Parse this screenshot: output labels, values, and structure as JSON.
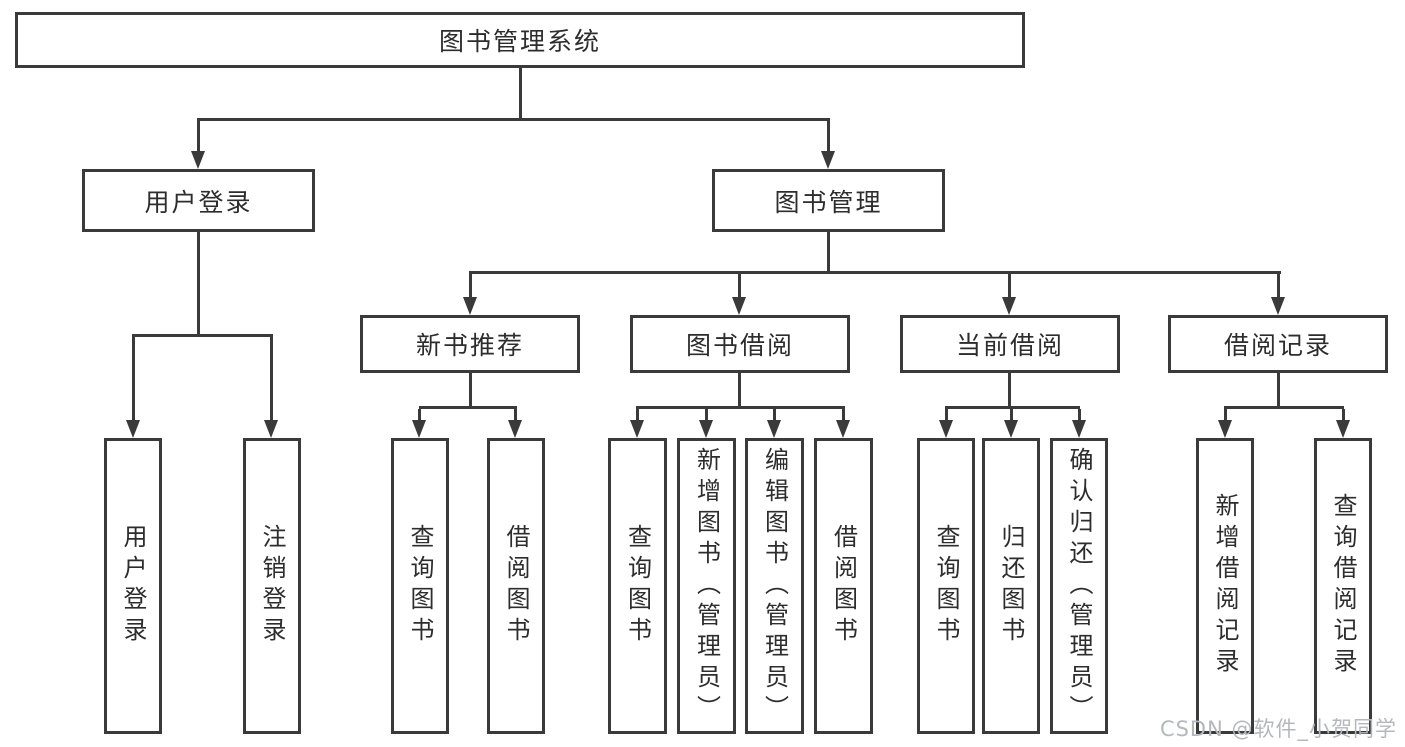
{
  "colors": {
    "line": "#3a3a3a",
    "text": "#2d2d2d",
    "watermark": "#b4b8bd",
    "bg": "#ffffff"
  },
  "watermark": {
    "text": "CSDN @软件_小贺同学"
  },
  "tree": {
    "root": {
      "label": "图书管理系统",
      "children": [
        {
          "label": "用户登录",
          "children": [
            {
              "label": "用户登录"
            },
            {
              "label": "注销登录"
            }
          ]
        },
        {
          "label": "图书管理",
          "children": [
            {
              "label": "新书推荐",
              "children": [
                {
                  "label": "查询图书"
                },
                {
                  "label": "借阅图书"
                }
              ]
            },
            {
              "label": "图书借阅",
              "children": [
                {
                  "label": "查询图书"
                },
                {
                  "label": "新增图书（管理员）"
                },
                {
                  "label": "编辑图书（管理员）"
                },
                {
                  "label": "借阅图书"
                }
              ]
            },
            {
              "label": "当前借阅",
              "children": [
                {
                  "label": "查询图书"
                },
                {
                  "label": "归还图书"
                },
                {
                  "label": "确认归还（管理员）"
                }
              ]
            },
            {
              "label": "借阅记录",
              "children": [
                {
                  "label": "新增借阅记录"
                },
                {
                  "label": "查询借阅记录"
                }
              ]
            }
          ]
        }
      ]
    }
  }
}
